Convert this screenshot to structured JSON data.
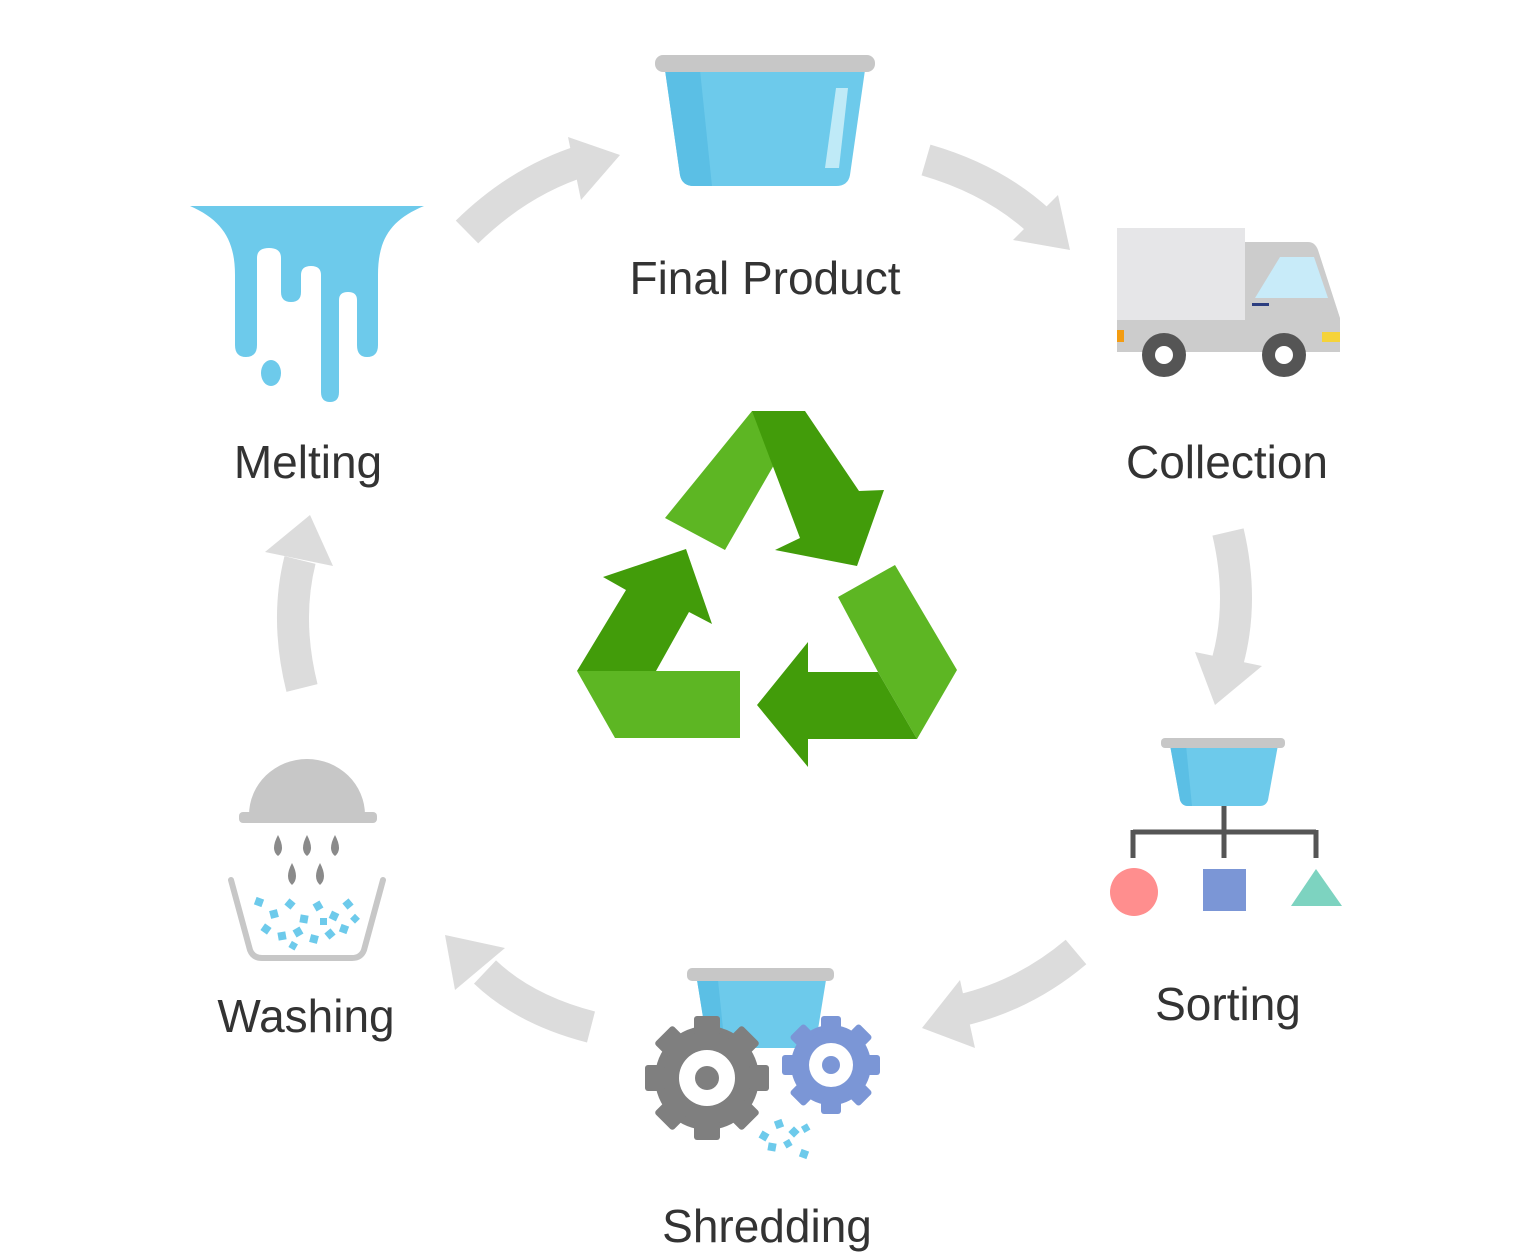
{
  "stages": [
    {
      "id": "final-product",
      "label": "Final Product"
    },
    {
      "id": "collection",
      "label": "Collection"
    },
    {
      "id": "sorting",
      "label": "Sorting"
    },
    {
      "id": "shredding",
      "label": "Shredding"
    },
    {
      "id": "washing",
      "label": "Washing"
    },
    {
      "id": "melting",
      "label": "Melting"
    }
  ],
  "icons": {
    "final-product": "plastic-tub-icon",
    "collection": "delivery-truck-icon",
    "sorting": "sorting-tree-icon",
    "shredding": "shredder-gears-icon",
    "washing": "washing-basin-icon",
    "melting": "melting-plastic-icon",
    "center": "recycle-symbol-icon"
  },
  "colors": {
    "plastic_blue": "#6dcaeb",
    "arrow_gray": "#dcdcdc",
    "recycle_green_light": "#5db623",
    "recycle_green_dark": "#429c0a",
    "text": "#333333"
  }
}
